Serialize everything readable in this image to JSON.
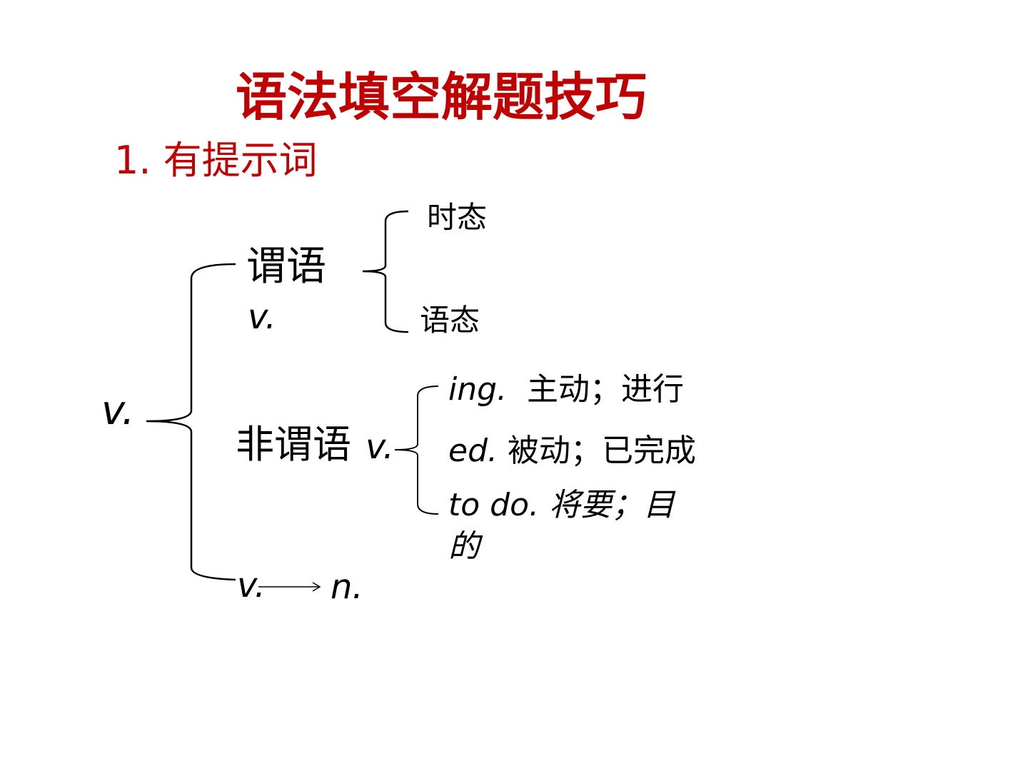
{
  "title": "语法填空解题技巧",
  "subtitle": "1. 有提示词",
  "root": "v.",
  "predicate": {
    "label": "谓语",
    "pos": "v.",
    "children": [
      "时态",
      "语态"
    ]
  },
  "nonpredicate": {
    "label": "非谓语",
    "pos": "v.",
    "items": [
      {
        "form": "ing.",
        "meaning": "主动；进行"
      },
      {
        "form": "ed.",
        "meaning": "被动；已完成"
      },
      {
        "form": "to do.",
        "meaning_line1": "将要；目",
        "meaning_line2": "的"
      }
    ]
  },
  "conversion": {
    "from": "v.",
    "to": "n."
  },
  "colors": {
    "accent": "#c00000",
    "text": "#000000"
  }
}
